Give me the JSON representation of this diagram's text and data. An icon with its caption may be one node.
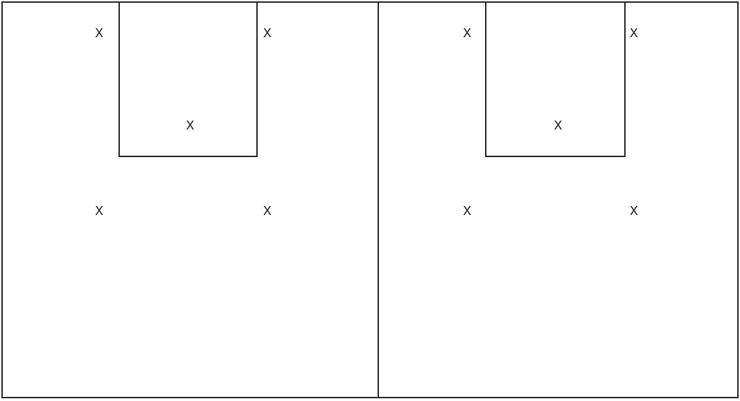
{
  "diagram": {
    "nodes": [
      {
        "text": [],
        "shape": "box"
      },
      {
        "text": [
          "X"
        ],
        "in": 0
      },
      {
        "text": [],
        "shape": "box"
      },
      {
        "text": [
          "X"
        ],
        "in": 2
      }
    ],
    "labels": [
      "X",
      "X",
      "X",
      "X",
      "X",
      "X",
      "X",
      "X"
    ]
  }
}
